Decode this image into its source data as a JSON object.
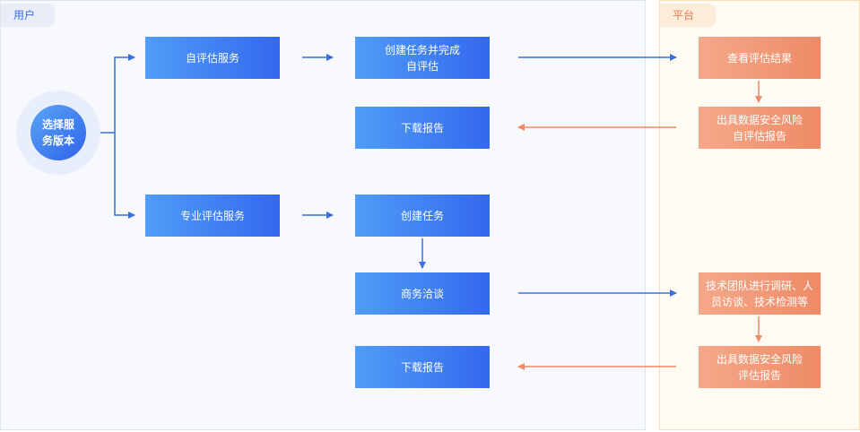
{
  "lanes": {
    "user_label": "用户",
    "platform_label": "平台"
  },
  "start": {
    "label": "选择服\n务版本"
  },
  "branches": {
    "self": {
      "service": "自评估服务",
      "create_complete": "创建任务并完成\n自评估",
      "download": "下载报告",
      "view_result": "查看评估结果",
      "issue_report": "出具数据安全风险\n自评估报告"
    },
    "pro": {
      "service": "专业评估服务",
      "create": "创建任务",
      "negotiate": "商务洽谈",
      "download": "下载报告",
      "research": "技术团队进行调研、人\n员访谈、技术检测等",
      "issue_report": "出具数据安全风险\n评估报告"
    }
  },
  "colors": {
    "user_accent": "#3b6fe0",
    "platform_accent": "#ec7a4c",
    "blue_arrow": "#3a6fe0",
    "orange_arrow": "#ee8a66"
  }
}
